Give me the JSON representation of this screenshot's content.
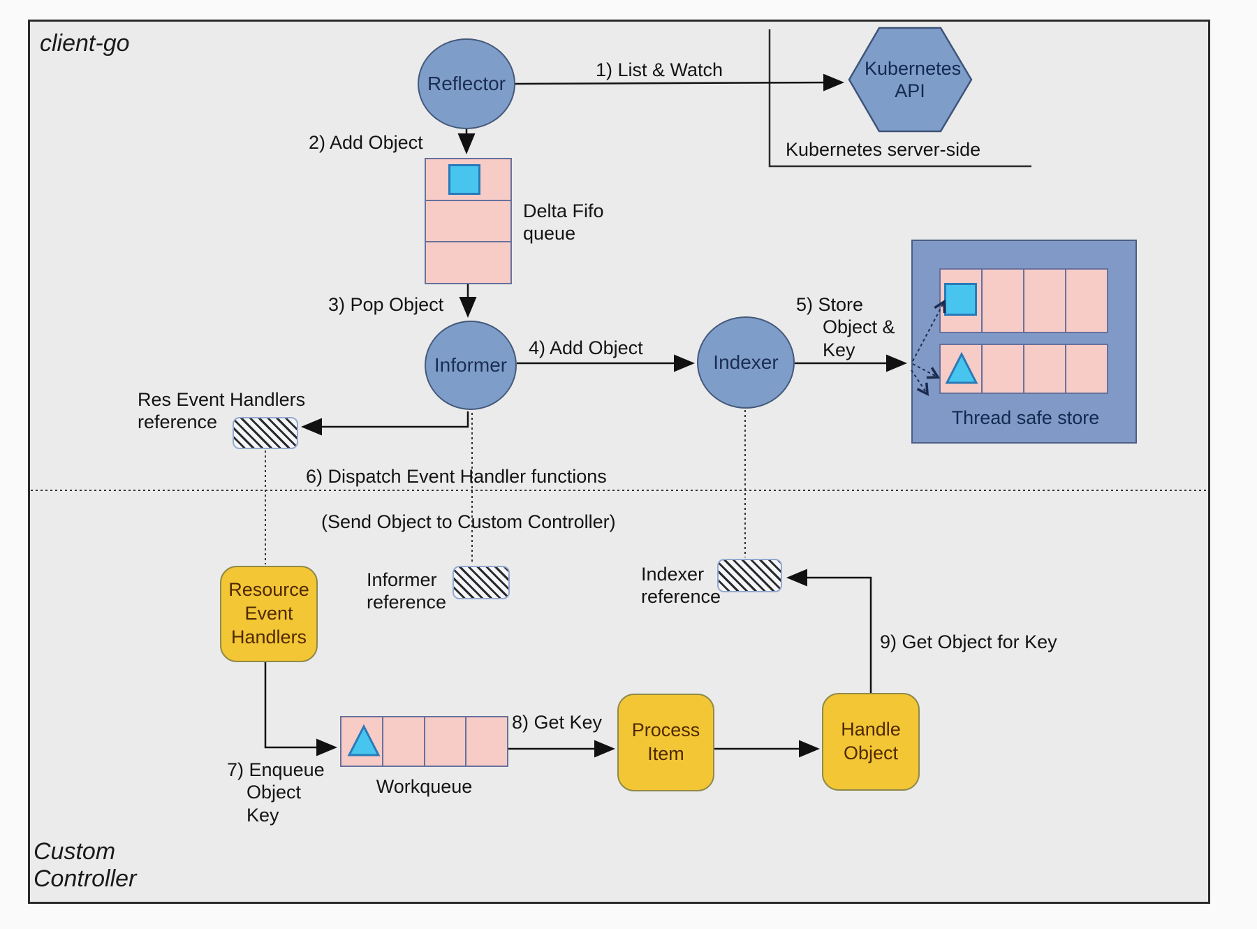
{
  "diagram": {
    "client_go_label": "client-go",
    "custom_controller_label": "Custom\nController",
    "kubernetes_server_side_label": "Kubernetes server-side"
  },
  "nodes": {
    "reflector": "Reflector",
    "kubernetes_api": "Kubernetes API",
    "informer": "Informer",
    "indexer": "Indexer",
    "resource_event_handlers": "Resource Event Handlers",
    "process_item": "Process Item",
    "handle_object": "Handle Object"
  },
  "stores": {
    "delta_fifo_label": "Delta Fifo\nqueue",
    "workqueue_label": "Workqueue",
    "thread_safe_store_label": "Thread safe store"
  },
  "references": {
    "res_event_handlers": "Res Event Handlers\nreference",
    "informer": "Informer\nreference",
    "indexer": "Indexer\nreference"
  },
  "edges": {
    "e1": "1) List & Watch",
    "e2": "2) Add Object",
    "e3": "3) Pop Object",
    "e4": "4) Add Object",
    "e5": "5) Store\nObject &\nKey",
    "e6_line1": "6) Dispatch Event Handler functions",
    "e6_line2": "(Send Object to Custom Controller)",
    "e7": "7) Enqueue\nObject\nKey",
    "e8": "8) Get Key",
    "e9": "9) Get Object for Key"
  },
  "icons": {
    "object_square": "cyan-square-object",
    "object_key_triangle": "cyan-triangle-key"
  },
  "colors": {
    "node_fill": "#7f9dc9",
    "node_border": "#44597a",
    "node_text": "#1c2d55",
    "cell_fill": "#f7cbc6",
    "cell_border": "#66719d",
    "object_fill": "#47c5ef",
    "object_border": "#2a7ab8",
    "store_fill": "#8099c6",
    "action_fill": "#f3c636",
    "action_text": "#4f2a00",
    "diagram_background": "#ebebeb",
    "page_background": "#fafafa",
    "line_color": "#1a1a1a"
  }
}
